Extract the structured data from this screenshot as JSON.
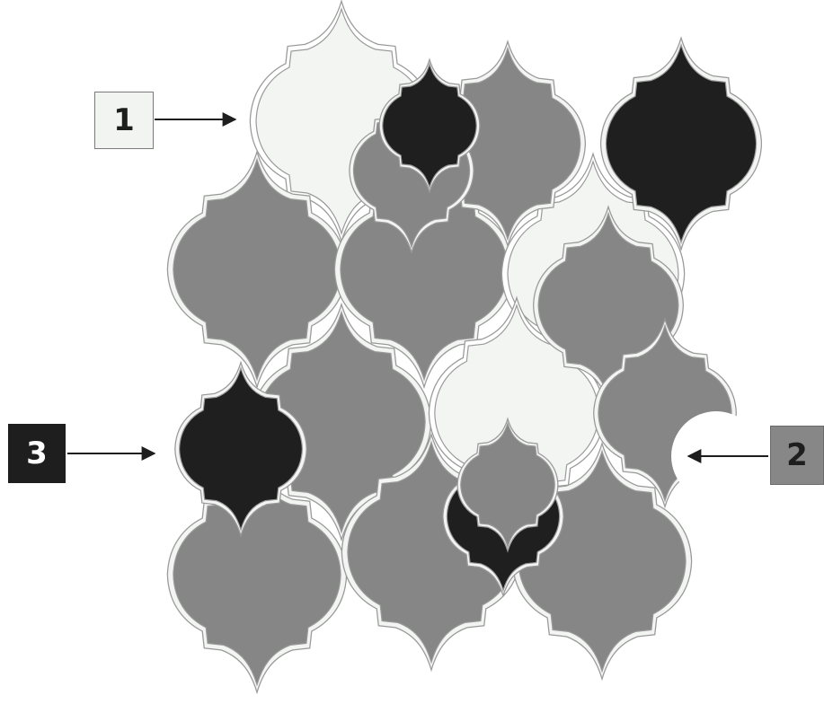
{
  "colors": {
    "light": "#f3f5f3",
    "gray": "#868686",
    "dark": "#1f1f1f",
    "outline": "#9a9a9a",
    "arrow": "#1e1e1e"
  },
  "tile_shape": "arabesque-lantern",
  "callouts": [
    {
      "id": "1",
      "label": "1",
      "tile_color": "light"
    },
    {
      "id": "2",
      "label": "2",
      "tile_color": "gray"
    },
    {
      "id": "3",
      "label": "3",
      "tile_color": "dark"
    }
  ]
}
